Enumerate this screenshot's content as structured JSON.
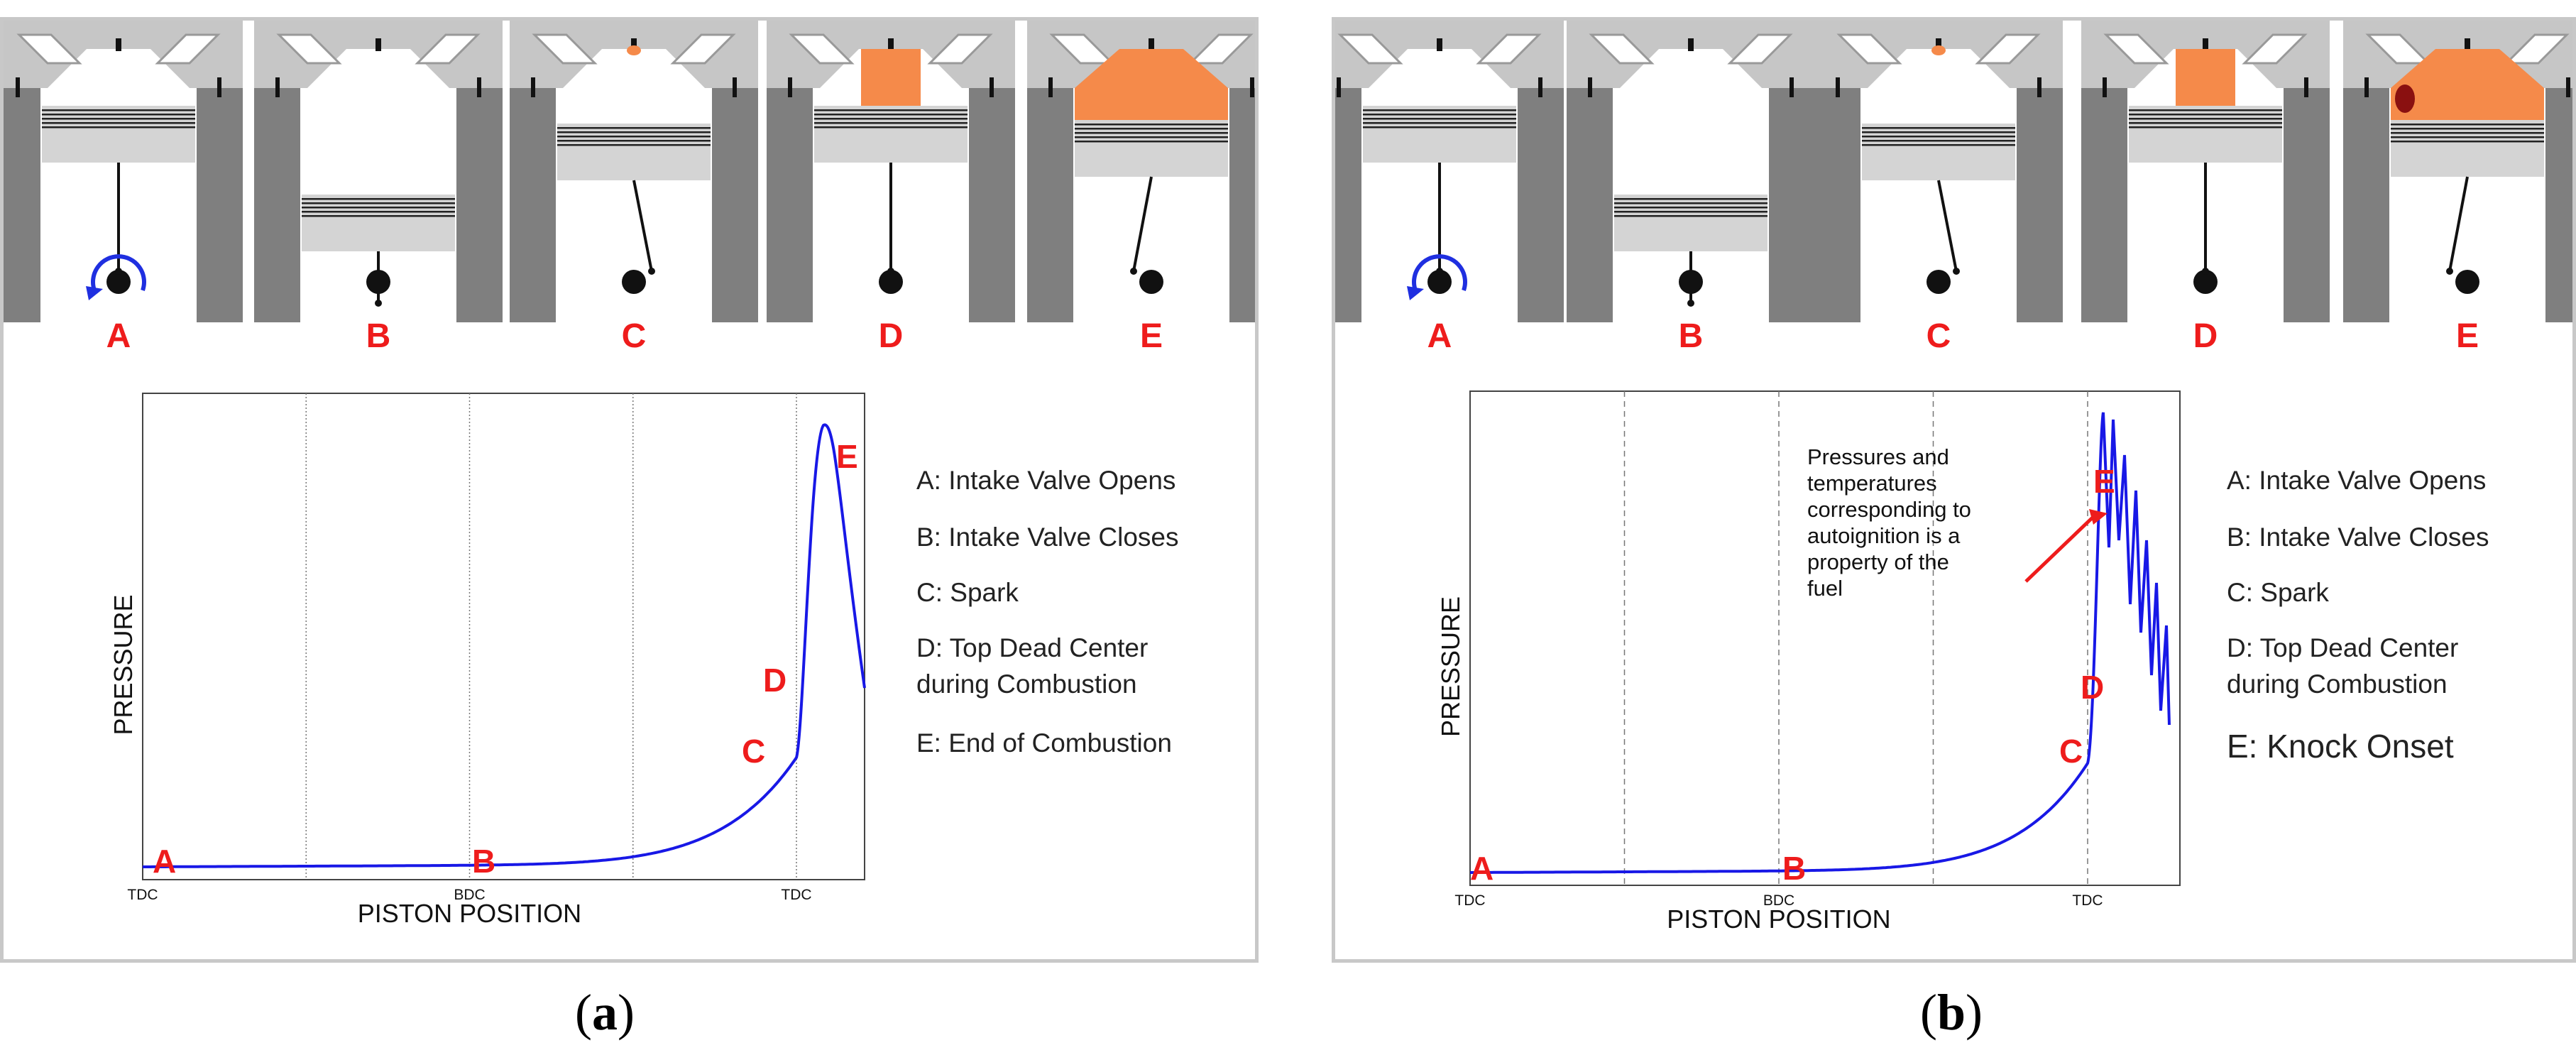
{
  "panels": [
    {
      "id": "a",
      "caption_open": "(",
      "caption_letter": "a",
      "caption_close": ")",
      "stage_labels": [
        "A",
        "B",
        "C",
        "D",
        "E"
      ],
      "curve_point_labels": [
        "A",
        "B",
        "C",
        "D",
        "E"
      ],
      "x_ticks": [
        "TDC",
        "BDC",
        "TDC"
      ],
      "xlabel": "PISTON POSITION",
      "ylabel": "PRESSURE",
      "legend": [
        "A: Intake Valve Opens",
        "B: Intake Valve Closes",
        "C: Spark",
        "D: Top Dead Center",
        "during Combustion",
        "E: End of Combustion"
      ],
      "annotation": []
    },
    {
      "id": "b",
      "caption_open": "(",
      "caption_letter": "b",
      "caption_close": ")",
      "stage_labels": [
        "A",
        "B",
        "C",
        "D",
        "E"
      ],
      "curve_point_labels": [
        "A",
        "B",
        "C",
        "D",
        "E"
      ],
      "x_ticks": [
        "TDC",
        "BDC",
        "TDC"
      ],
      "xlabel": "PISTON POSITION",
      "ylabel": "PRESSURE",
      "legend": [
        "A:  Intake Valve Opens",
        "B: Intake Valve Closes",
        "C: Spark",
        "D: Top Dead Center",
        "during Combustion",
        "E: Knock Onset"
      ],
      "annotation": [
        "Pressures and",
        "temperatures",
        "corresponding to",
        "autoignition is a",
        "property of the",
        "fuel"
      ]
    }
  ],
  "colors": {
    "label_red": "#ee1c1c",
    "curve_blue": "#1818e6",
    "engine_gray": "#7f7f7f",
    "head_gray": "#c6c6c6",
    "combustion_orange": "#f58a4a",
    "knock_darkred": "#8a1010",
    "rotation_blue": "#1f2fe0"
  }
}
